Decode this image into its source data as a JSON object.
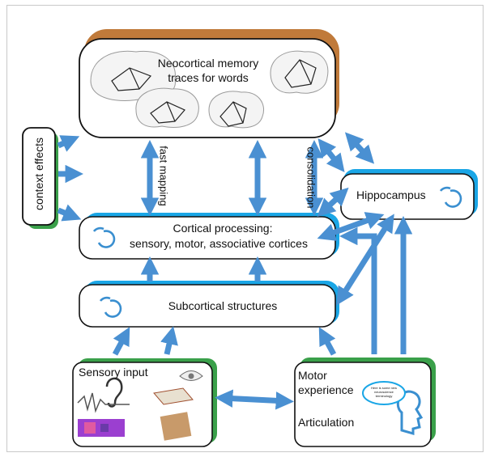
{
  "nodes": {
    "neocortex": {
      "label_line1": "Neocortical memory",
      "label_line2": "traces for words"
    },
    "context": {
      "label": "context effects"
    },
    "hippocampus": {
      "label": "Hippocampus"
    },
    "cortical": {
      "label_line1": "Cortical processing:",
      "label_line2": "sensory, motor, associative cortices"
    },
    "subcortical": {
      "label": "Subcortical structures"
    },
    "sensory": {
      "label": "Sensory input"
    },
    "motor": {
      "label_line1": "Motor",
      "label_line2": "experience",
      "label_line3": "Articulation",
      "speech_bubble": "Here is some new neuroscience terminology"
    }
  },
  "edges": {
    "fast_mapping": {
      "label": "fast mapping"
    },
    "consolidation": {
      "label": "consolidation"
    }
  },
  "colors": {
    "arrow": "#4a90d2",
    "arrow_light": "#5aa3e0",
    "tab_orange": "#c07a3a",
    "tab_green": "#3aa04a",
    "tab_blue": "#1aa6e6",
    "box_border": "#111111",
    "cycle_icon": "#3a8fd0"
  }
}
